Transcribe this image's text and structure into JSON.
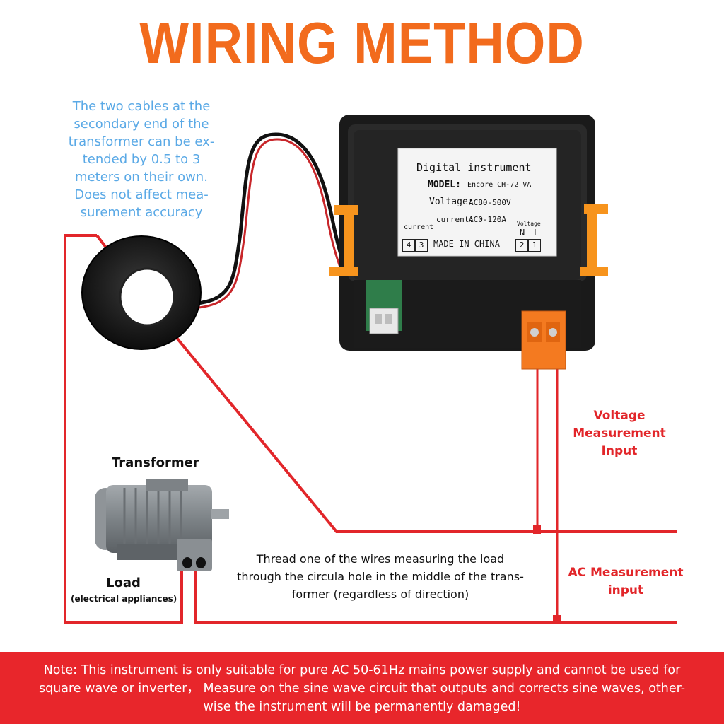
{
  "title": "WIRING METHOD",
  "note_blue": "The two cables at the secondary end of the transformer can be extended by 0.5 to 3 meters on their own. Does not affect measurement accuracy",
  "note_blue_lines": [
    "The two cables at the",
    "secondary end of the",
    "transformer can be ex-",
    "tended by 0.5 to 3",
    "meters on their own.",
    "Does not affect mea-",
    "surement accuracy"
  ],
  "device_label": {
    "line1": "Digital instrument",
    "model_label": "MODEL:",
    "model_value": "Encore CH-72 VA",
    "voltage_label": "Voltage:",
    "voltage_value": "AC80-500V",
    "current_label": "current:",
    "current_value": "AC0-120A",
    "current_left": "current",
    "terminal_4": "4",
    "terminal_3": "3",
    "made_in": "MADE IN CHINA",
    "voltage_small": "Voltage",
    "n": "N",
    "l": "L",
    "terminal_2": "2",
    "terminal_1": "1"
  },
  "labels": {
    "voltage_input": [
      "Voltage",
      "Measurement",
      "Input"
    ],
    "ac_input": [
      "AC Measurement",
      "input"
    ],
    "transformer": "Transformer",
    "load": "Load",
    "load_sub": "(electrical appliances)"
  },
  "thread_text_lines": [
    "Thread one of the wires measuring the load",
    "through the circula hole in the middle of the trans-",
    "former (regardless of direction)"
  ],
  "footer_lines": [
    "Note: This instrument is only suitable for pure AC 50-61Hz mains power supply and cannot be used for",
    "square wave or inverter， Measure on the sine wave circuit that outputs and corrects sine waves, other-",
    "wise the instrument will be permanently damaged!"
  ],
  "colors": {
    "title": "#f26b1d",
    "note": "#5aa9e6",
    "wire": "#e2262a",
    "footer_bg": "#e8262b",
    "clip": "#f7941d"
  }
}
